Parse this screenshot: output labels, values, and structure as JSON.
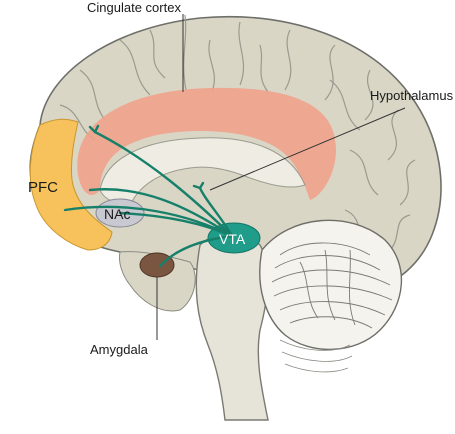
{
  "labels": {
    "cingulate": "Cingulate cortex",
    "hypothalamus": "Hypothalamus",
    "pfc": "PFC",
    "nac": "NAc",
    "vta": "VTA",
    "amygdala": "Amygdala"
  },
  "colors": {
    "brain_fill": "#d9d6c6",
    "brain_outline": "#6f6f6a",
    "gyri": "#9a9a8e",
    "cingulate_fill": "#f0a28a",
    "pfc_fill": "#f7c25b",
    "nac_fill": "#c9c9d1",
    "vta_fill": "#1f9c8a",
    "amygdala_fill": "#7a5640",
    "pathway": "#17806a",
    "stem_fill": "#e6e3d8",
    "cerebellum_fill": "#f4f3ee"
  }
}
